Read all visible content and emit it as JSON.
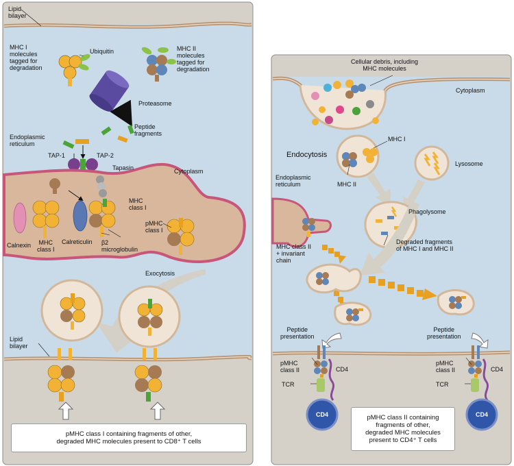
{
  "colors": {
    "panel_bg": "#d5d1c8",
    "cytoplasm": "#c9dbe8",
    "membrane": "#b89373",
    "er_membrane": "#c8567a",
    "mhc_orange": "#f2b236",
    "mhc_brown": "#a67a52",
    "mhc_blue": "#5f86b8",
    "peptide_green": "#4ca33a",
    "peptide_orange": "#e8a021",
    "proteasome": "#5a4aa0",
    "tap_purple": "#7a3f8c",
    "calnexin_pink": "#e48fb4",
    "calreticulin_blue": "#5a78b4",
    "cd4_blue": "#2f56a8"
  },
  "left_panel": {
    "lipid_bilayer_top": "Lipid\nbilayer",
    "mhc1_tagged": "MHC I\nmolecules\ntagged for\ndegradation",
    "ubiquitin": "Ubiquitin",
    "mhc2_tagged": "MHC II\nmolecules\ntagged for\ndegradation",
    "proteasome": "Proteasome",
    "peptide_fragments": "Peptide\nfragments",
    "er": "Endoplasmic\nreticulum",
    "tap1": "TAP-1",
    "tap2": "TAP-2",
    "tapasin": "Tapasin",
    "cytoplasm": "Cytoplasm",
    "mhc_class1_right": "MHC\nclass I",
    "pmhc_class1": "pMHC\nclass I",
    "calnexin": "Calnexin",
    "mhc_class1_left": "MHC\nclass I",
    "calreticulin": "Calreticulin",
    "beta2": "β2\nmicroglobulin",
    "exocytosis": "Exocytosis",
    "lipid_bilayer_bottom": "Lipid\nbilayer",
    "callout": "pMHC class I containing fragments of other,\ndegraded MHC molecules present to CD8⁺ T cells"
  },
  "right_panel": {
    "debris": "Cellular debris, including\nMHC molecules",
    "cytoplasm": "Cytoplasm",
    "endocytosis": "Endocytosis",
    "mhc1": "MHC I",
    "mhc2": "MHC II",
    "lysosome": "Lysosome",
    "er": "Endoplasmic\nreticulum",
    "phagolysosome": "Phagolysome",
    "degraded": "Degraded fragments\nof MHC I and MHC II",
    "mhc2_invariant": "MHC class II\n+ invariant\nchain",
    "peptide_presentation_left": "Peptide\npresentation",
    "peptide_presentation_right": "Peptide\npresentation",
    "pmhc2_left": "pMHC\nclass II",
    "pmhc2_right": "pMHC\nclass II",
    "tcr_left": "TCR",
    "tcr_right": "TCR",
    "cd4_label_left": "CD4",
    "cd4_label_right": "CD4",
    "cd4_cell_left": "CD4",
    "cd4_cell_right": "CD4",
    "callout": "pMHC class II containing\nfragments of other,\ndegraded MHC molecules\npresent to CD4⁺ T cells"
  }
}
